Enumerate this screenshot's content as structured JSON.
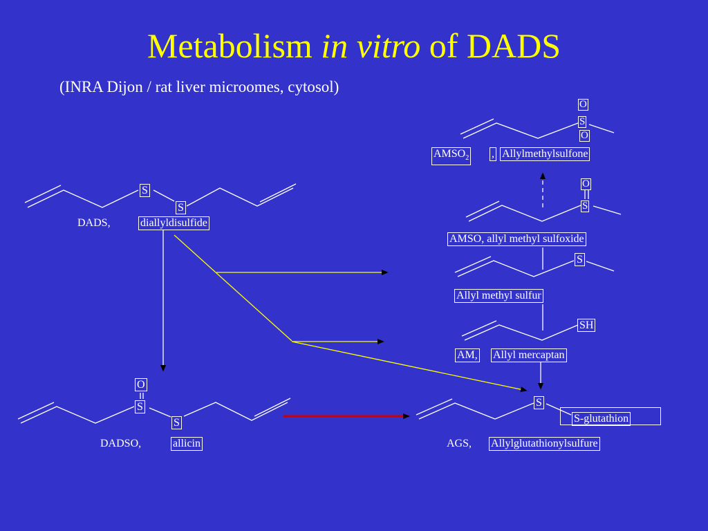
{
  "title": {
    "part1": "Metabolism ",
    "italic": "in vitro",
    "part2": " of DADS"
  },
  "subtitle": "(INRA Dijon  /  rat liver microomes, cytosol)",
  "dads": {
    "abbr": "DADS,",
    "name": "diallyldisulfide",
    "atom_s1": "S",
    "atom_s2": "S"
  },
  "dadso": {
    "abbr": "DADSO,",
    "name": "allicin",
    "atom_o": "O",
    "atom_s1": "S",
    "atom_s2": "S"
  },
  "amso2": {
    "abbr": "AMSO",
    "abbr_sub": "2",
    "comma": ",",
    "name": "Allylmethylsulfone",
    "atom_o1": "O",
    "atom_s": "S",
    "atom_o2": "O"
  },
  "amso": {
    "name": "AMSO, allyl methyl sulfoxide",
    "atom_o": "O",
    "atom_s": "S"
  },
  "ams": {
    "name": "Allyl methyl sulfur",
    "atom_s": "S"
  },
  "am": {
    "abbr": "AM,",
    "name": "Allyl mercaptan",
    "atom_sh": "SH"
  },
  "ags": {
    "abbr": "AGS,",
    "name": "Allylglutathionylsulfure",
    "atom_s": "S",
    "group": "S-glutathion"
  },
  "colors": {
    "background": "#3333cc",
    "title": "#ffff00",
    "yellow_arrow": "#ffff00",
    "red_arrow": "#cc0000",
    "line": "#ffffff"
  }
}
